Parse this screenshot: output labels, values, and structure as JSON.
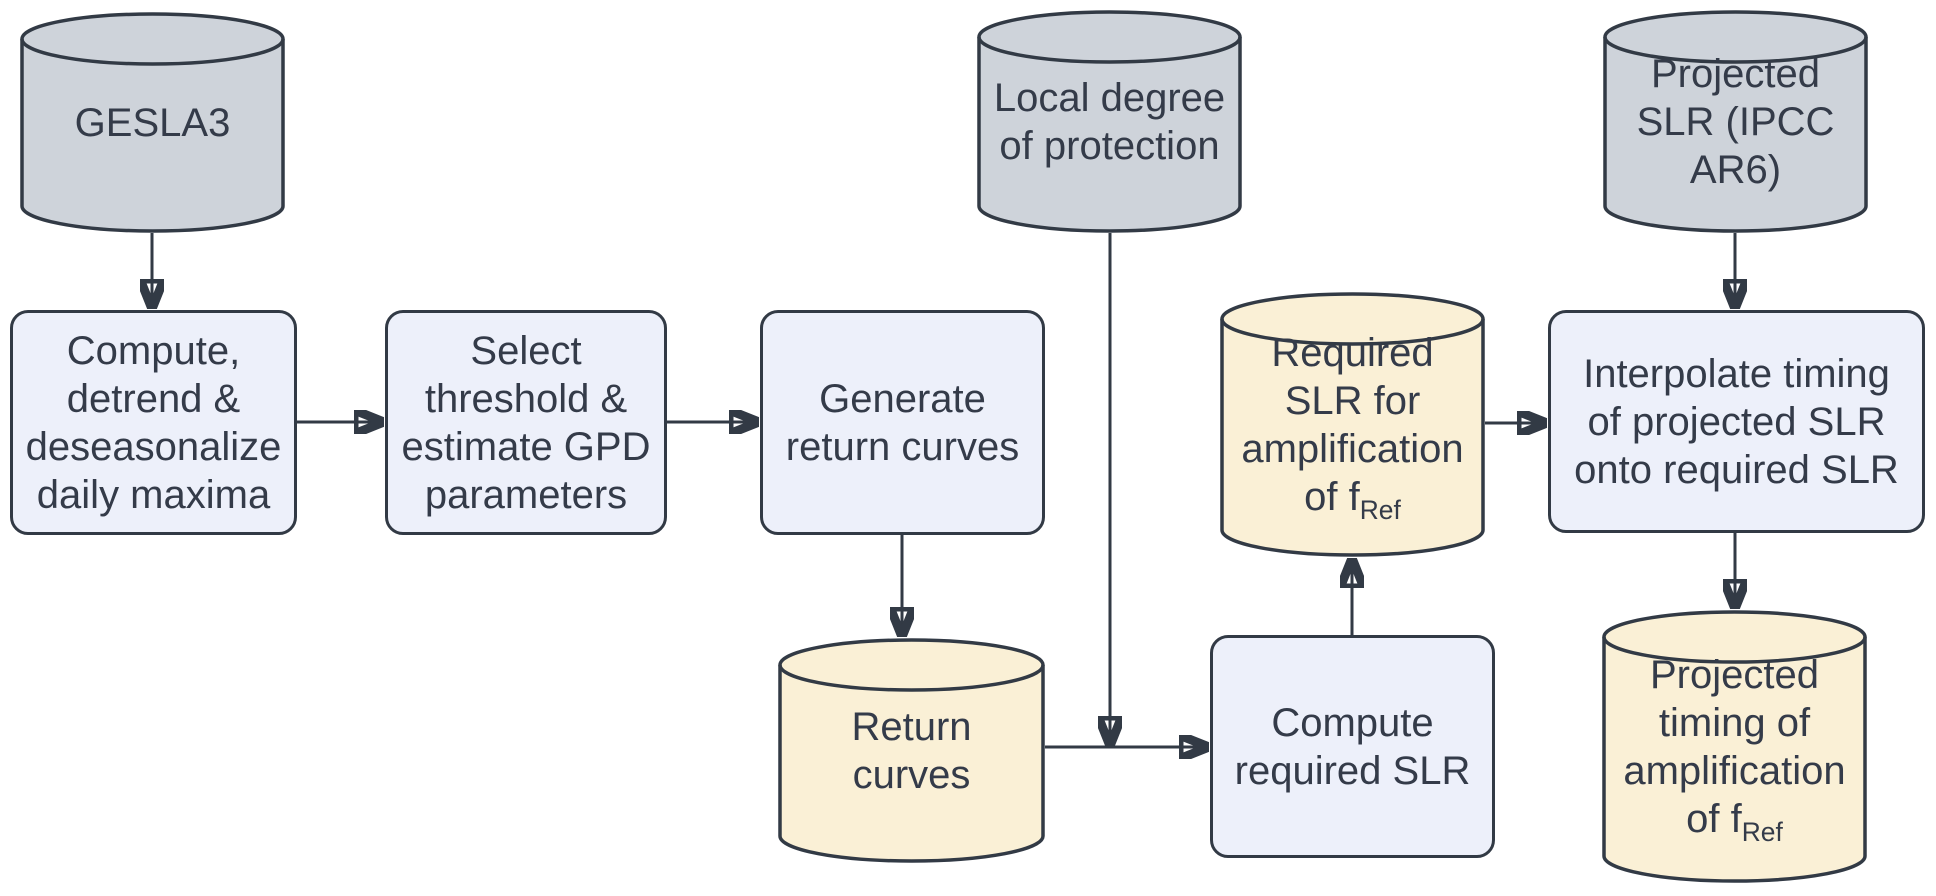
{
  "diagram": {
    "title": "SLR amplification workflow flowchart",
    "colors": {
      "background": "#ffffff",
      "datastore_fill": "#ced3da",
      "process_fill": "#edf0fa",
      "output_fill": "#faf0d6",
      "stroke": "#323a45",
      "text": "#343b49"
    },
    "nodes": {
      "gesla3": {
        "type": "datastore-cylinder",
        "label": "GESLA3"
      },
      "local_degree": {
        "type": "datastore-cylinder",
        "label": "Local degree\nof protection"
      },
      "projected_slr": {
        "type": "datastore-cylinder",
        "label": "Projected\nSLR (IPCC\nAR6)"
      },
      "compute_detrend": {
        "type": "process-box",
        "label": "Compute,\ndetrend &\ndeseasonalize\ndaily maxima"
      },
      "select_threshold": {
        "type": "process-box",
        "label": "Select\nthreshold &\nestimate GPD\nparameters"
      },
      "generate_curves": {
        "type": "process-box",
        "label": "Generate\nreturn curves"
      },
      "return_curves": {
        "type": "output-cylinder",
        "label": "Return\ncurves"
      },
      "compute_required": {
        "type": "process-box",
        "label": "Compute\nrequired SLR"
      },
      "required_slr": {
        "type": "output-cylinder",
        "label": "Required\nSLR for\namplification\nof f",
        "sub": "Ref"
      },
      "interpolate": {
        "type": "process-box",
        "label": "Interpolate timing\nof projected SLR\nonto required SLR"
      },
      "projected_timing": {
        "type": "output-cylinder",
        "label": "Projected\ntiming of\namplification\nof f",
        "sub": "Ref"
      }
    }
  }
}
